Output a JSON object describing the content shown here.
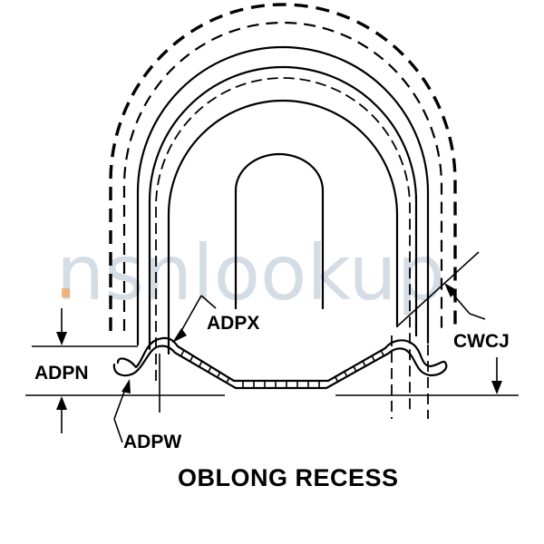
{
  "diagram": {
    "title": "OBLONG RECESS",
    "labels": {
      "adpx": "ADPX",
      "adpn": "ADPN",
      "adpw": "ADPW",
      "cwcj": "CWCJ"
    },
    "watermark": "nsnlookup",
    "colors": {
      "ink": "#000000",
      "watermark": "#9fb3c8",
      "watermark_accent": "#f0a860"
    }
  }
}
